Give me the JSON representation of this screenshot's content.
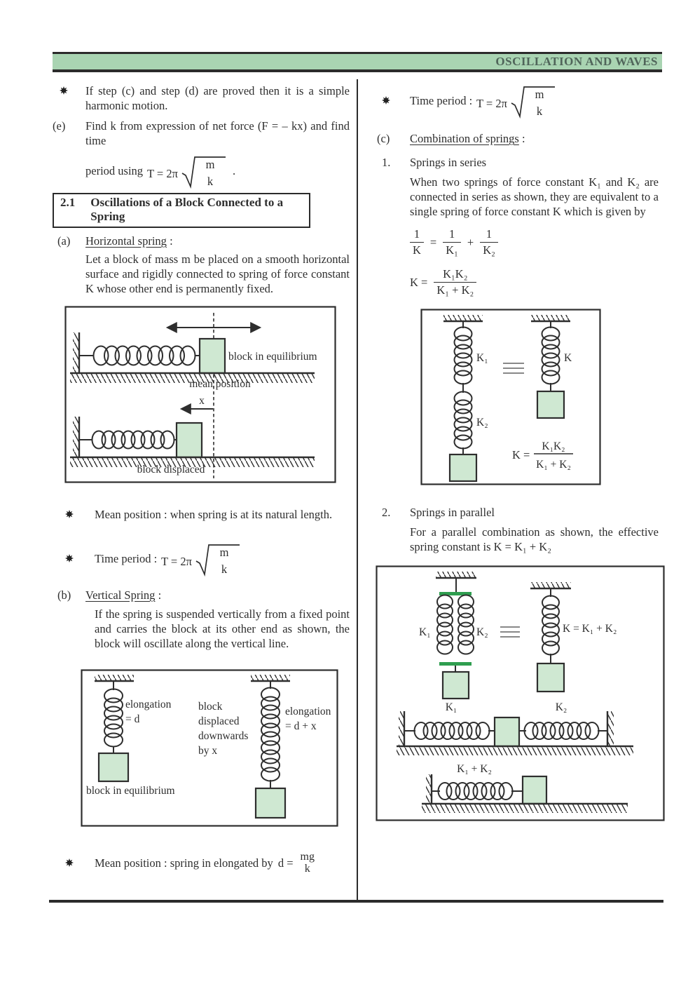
{
  "page": {
    "bg": "#ffffff",
    "ink": "#2e2e2e",
    "banner_green": "#a9d4b2",
    "banner_text_color": "#50655a",
    "block_fill": "#cfe8d2",
    "connector_green": "#2f9e4f"
  },
  "header": {
    "title": "OSCILLATION AND WAVES"
  },
  "math": {
    "T_lhs": "T = 2π",
    "T_num": "m",
    "T_den": "k",
    "period_trailing": ".",
    "d_lhs": "d =",
    "d_num": "mg",
    "d_den": "k",
    "one": "1",
    "K": "K",
    "K1": "K₁",
    "K2": "K₂",
    "plus": "+",
    "equals": "="
  },
  "left": {
    "bullet1": "If step (c) and step (d) are proved then it is a simple harmonic motion.",
    "e_label": "(e)",
    "e_text": "Find k from expression of net force (F = – kx) and find time",
    "e_period_prefix": "period using",
    "section_no": "2.1",
    "section_title": "Oscillations of a Block Connected to a Spring",
    "a_label": "(a)",
    "a_heading": "Horizontal spring",
    "a_colon": " :",
    "a_body": "Let a block of mass m be placed on a smooth horizontal surface and rigidly connected to spring of force constant K whose other end is permanently fixed.",
    "mean1": "Mean position : when spring is at its natural length.",
    "tp_prefix": "Time period :",
    "b_label": "(b)",
    "b_heading": "Vertical Spring",
    "b_colon": " :",
    "b_body": "If the spring is suspended vertically from a fixed point and carries the block at its other end as shown, the block will oscillate along the vertical line.",
    "mean2_prefix": "Mean position : spring in elongated by"
  },
  "right": {
    "tp_prefix": "Time period :",
    "c_label": "(c)",
    "c_heading": "Combination of springs",
    "c_colon": " :",
    "s1_label": "1.",
    "s1_title": "Springs in series",
    "s1_body": "When two springs of force constant K₁ and K₂ are connected in series as shown, they are equivalent to a single spring of force constant K which is given by",
    "s2_label": "2.",
    "s2_title": "Springs in parallel",
    "s2_body": "For a parallel combination as shown, the effective spring constant is K = K₁ + K₂"
  },
  "formula_series_frac": {
    "num": "K₁K₂",
    "den": "K₁ + K₂",
    "lhs": "K ="
  },
  "fig_horizontal": {
    "block_equilibrium": "block in equilibrium",
    "mean_position": "mean position",
    "x": "x",
    "block_displaced": "block displaced"
  },
  "fig_vertical": {
    "elong1_l1": "elongation",
    "elong1_l2": "= d",
    "mid_l1": "block",
    "mid_l2": "displaced",
    "mid_l3": "downwards",
    "mid_l4": "by x",
    "elong2_l1": "elongation",
    "elong2_l2": "= d + x",
    "block_equilibrium": "block in equilibrium"
  },
  "fig_series": {
    "k1": "K₁",
    "k2": "K₂",
    "k": "K",
    "formula_lhs": "K =",
    "formula_num": "K₁K₂",
    "formula_den": "K₁ + K₂"
  },
  "fig_parallel": {
    "k1": "K₁",
    "k2": "K₂",
    "k_eq": "K = K₁ + K₂",
    "k1b": "K₁",
    "k2b": "K₂",
    "k1_plus_k2": "K₁ + K₂"
  }
}
